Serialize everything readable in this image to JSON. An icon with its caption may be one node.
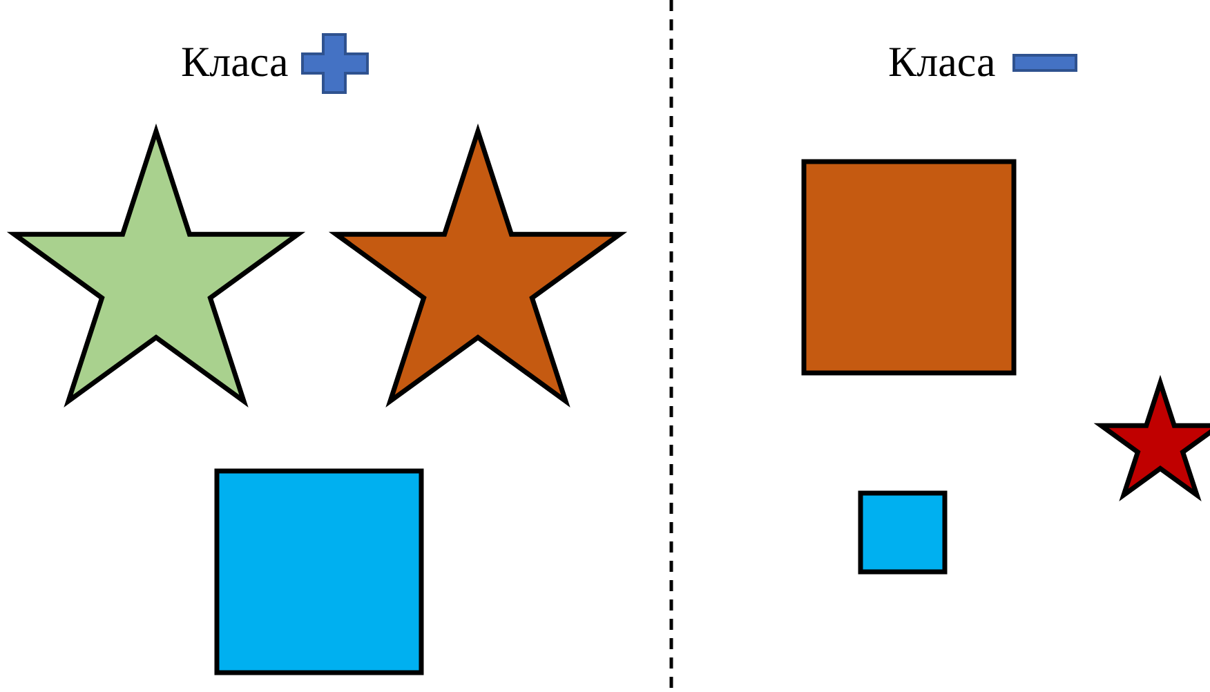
{
  "diagram": {
    "nodes": [
      {
        "text": [],
        "shape": "star"
      },
      {
        "text": [],
        "shape": "star"
      },
      {
        "text": [],
        "shape": "box"
      },
      {
        "text": [],
        "shape": "star"
      },
      {
        "text": [],
        "shape": "box"
      },
      {
        "text": [],
        "shape": "box"
      }
    ],
    "labels": [
      "Класа",
      "Класа"
    ]
  }
}
